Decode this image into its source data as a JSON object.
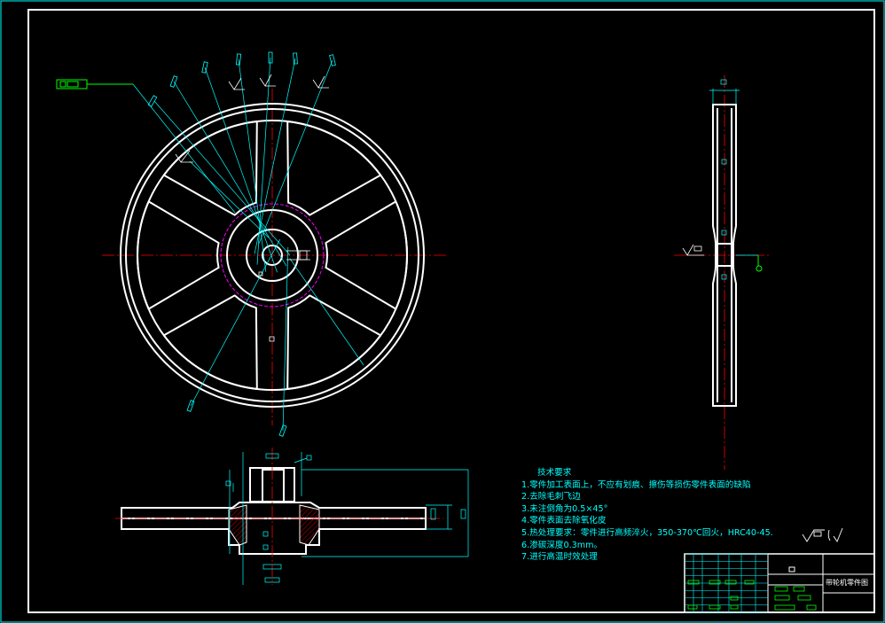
{
  "drawing": {
    "colors": {
      "background": "#000000",
      "outline": "#ffffff",
      "leader": "#00ffff",
      "centerline": "#ff0000",
      "pitch_circle": "#ff00ff",
      "balloon": "#00ff00",
      "hatch": "#ff0000"
    }
  },
  "tech_requirements": {
    "title": "技术要求",
    "items": [
      "1.零件加工表面上，不应有划痕、擦伤等损伤零件表面的缺陷",
      "2.去除毛刺飞边",
      "3.未注倒角为0.5×45°",
      "4.零件表面去除氧化皮",
      "5.热处理要求：零件进行高频淬火，350-370℃回火，HRC40-45.",
      "6.渗碳深度0.3mm。",
      "7.进行高温时效处理"
    ]
  },
  "title_block": {
    "drawing_name": "带轮机零件图"
  }
}
